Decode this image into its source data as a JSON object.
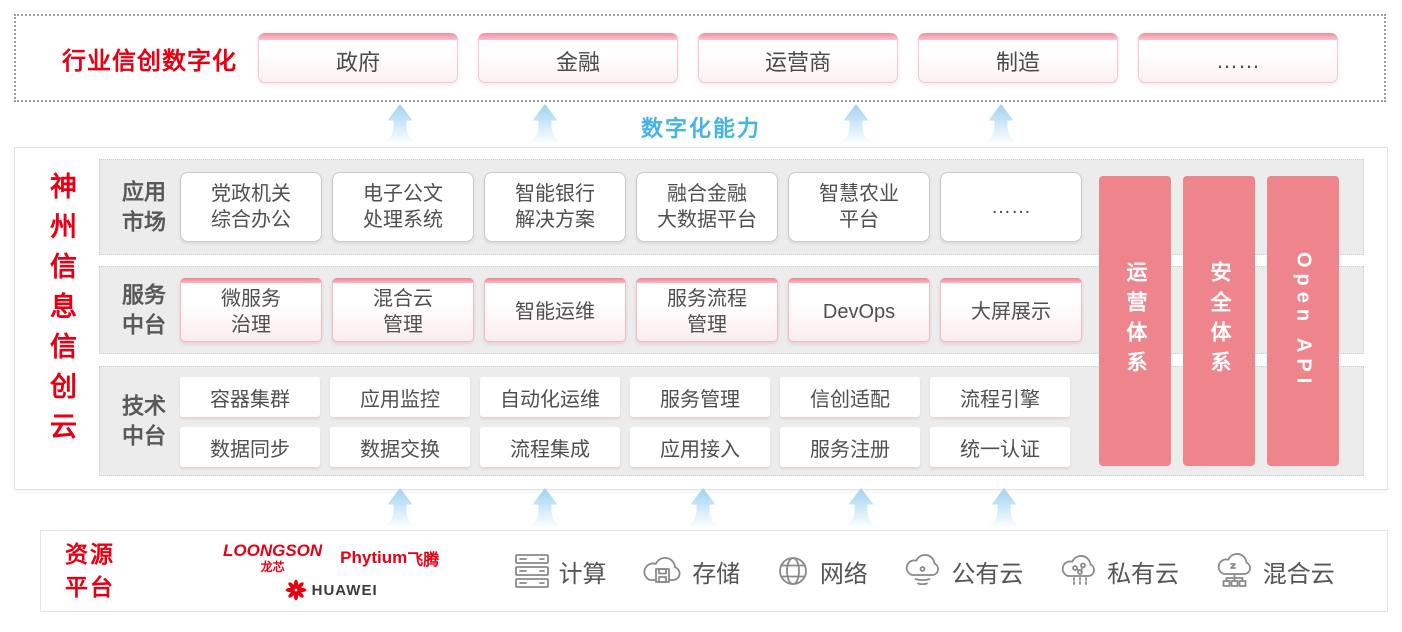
{
  "colors": {
    "brand_red": "#e60014",
    "bar_pink": "#ee858c",
    "capability_blue": "#45b4e4"
  },
  "top_banner": {
    "title": "行业信创数字化",
    "industries": [
      "政府",
      "金融",
      "运营商",
      "制造",
      "……"
    ]
  },
  "capability_label": "数字化能力",
  "platform": {
    "vertical_title": "神州信息信创云",
    "rows": [
      {
        "label": "应用\n市场",
        "cards": [
          "党政机关\n综合办公",
          "电子公文\n处理系统",
          "智能银行\n解决方案",
          "融合金融\n大数据平台",
          "智慧农业\n平台",
          "……"
        ]
      },
      {
        "label": "服务\n中台",
        "cards": [
          "微服务\n治理",
          "混合云\n管理",
          "智能运维",
          "服务流程\n管理",
          "DevOps",
          "大屏展示"
        ]
      },
      {
        "label": "技术\n中台",
        "cards_a": [
          "容器集群",
          "应用监控",
          "自动化运维",
          "服务管理",
          "信创适配",
          "流程引擎"
        ],
        "cards_b": [
          "数据同步",
          "数据交换",
          "流程集成",
          "应用接入",
          "服务注册",
          "统一认证"
        ]
      }
    ],
    "side_bars": [
      "运营体系",
      "安全体系",
      "Open API"
    ]
  },
  "resources": {
    "label": "资源\n平台",
    "vendors": {
      "loongson": {
        "name": "LOONGSON",
        "sub": "龙芯"
      },
      "phytium": {
        "name": "Phytium",
        "sub": "飞腾"
      },
      "huawei": {
        "name": "HUAWEI"
      }
    },
    "items": [
      {
        "icon": "compute-icon",
        "label": "计算"
      },
      {
        "icon": "storage-icon",
        "label": "存储"
      },
      {
        "icon": "network-icon",
        "label": "网络"
      },
      {
        "icon": "public-cloud-icon",
        "label": "公有云"
      },
      {
        "icon": "private-cloud-icon",
        "label": "私有云"
      },
      {
        "icon": "hybrid-cloud-icon",
        "label": "混合云"
      }
    ]
  }
}
